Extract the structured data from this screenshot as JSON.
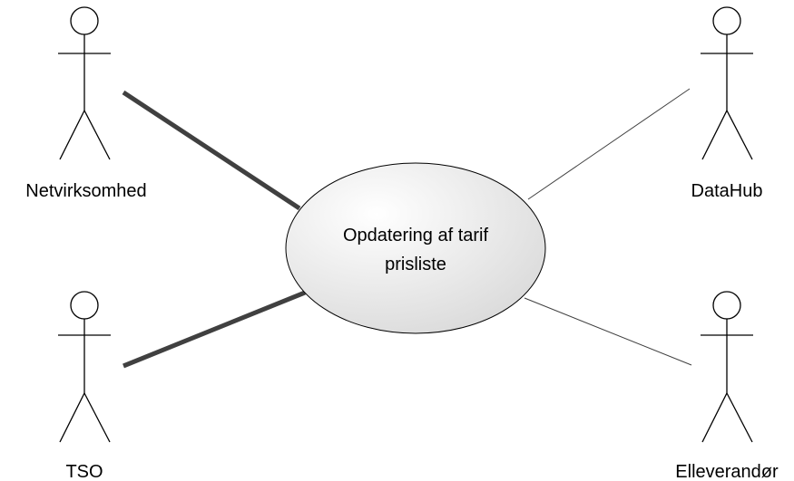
{
  "usecase": {
    "label_line1": "Opdatering af tarif",
    "label_line2": "prisliste"
  },
  "actors": {
    "netvirksomhed": "Netvirksomhed",
    "tso": "TSO",
    "datahub": "DataHub",
    "elleverandor": "Elleverandør"
  },
  "colors": {
    "ellipse_fill_light": "#ffffff",
    "ellipse_fill_dark": "#d9d9d9",
    "primary_association": "#404040",
    "secondary_association": "#404040",
    "stroke": "#000000"
  }
}
